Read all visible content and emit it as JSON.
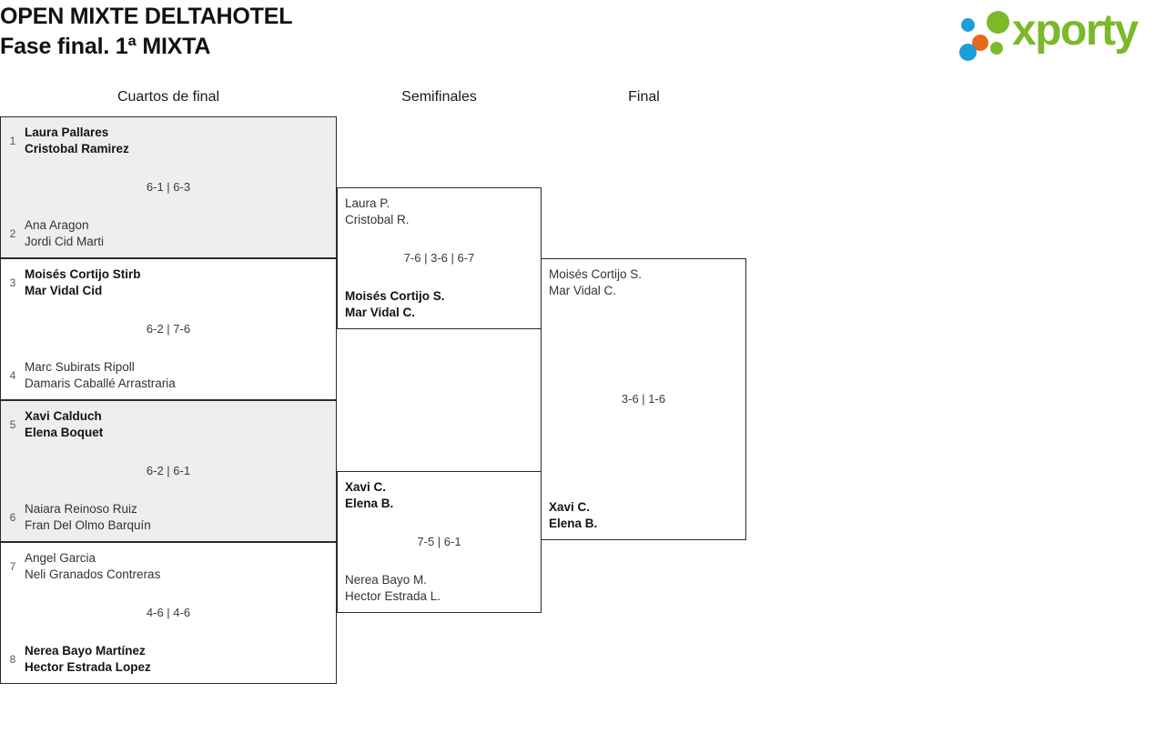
{
  "header": {
    "title_line1": "OPEN MIXTE DELTAHOTEL",
    "title_line2": "Fase final. 1ª MIXTA",
    "logo_text": "xporty"
  },
  "rounds": {
    "quarterfinals_label": "Cuartos de final",
    "semifinals_label": "Semifinales",
    "final_label": "Final"
  },
  "bracket": {
    "quarterfinals": [
      {
        "score": "6-1 | 6-3",
        "top": {
          "seed": "1",
          "player1": "Laura Pallares",
          "player2": "Cristobal Ramirez",
          "winner": true
        },
        "bottom": {
          "seed": "2",
          "player1": "Ana Aragon",
          "player2": "Jordi Cid Marti",
          "winner": false
        }
      },
      {
        "score": "6-2 | 7-6",
        "top": {
          "seed": "3",
          "player1": "Moisés Cortijo Stirb",
          "player2": "Mar Vidal Cid",
          "winner": true
        },
        "bottom": {
          "seed": "4",
          "player1": "Marc Subirats Ripoll",
          "player2": "Damaris Caballé Arrastraria",
          "winner": false
        }
      },
      {
        "score": "6-2 | 6-1",
        "top": {
          "seed": "5",
          "player1": "Xavi Calduch",
          "player2": "Elena Boquet",
          "winner": true
        },
        "bottom": {
          "seed": "6",
          "player1": "Naiara Reinoso Ruiz",
          "player2": "Fran Del Olmo Barquín",
          "winner": false
        }
      },
      {
        "score": "4-6 | 4-6",
        "top": {
          "seed": "7",
          "player1": "Angel Garcia",
          "player2": "Neli Granados Contreras",
          "winner": false
        },
        "bottom": {
          "seed": "8",
          "player1": "Nerea Bayo Martínez",
          "player2": "Hector Estrada Lopez",
          "winner": true
        }
      }
    ],
    "semifinals": [
      {
        "score": "7-6 | 3-6 | 6-7",
        "top": {
          "player1": "Laura P.",
          "player2": "Cristobal R.",
          "winner": false
        },
        "bottom": {
          "player1": "Moisés Cortijo S.",
          "player2": "Mar Vidal C.",
          "winner": true
        }
      },
      {
        "score": "7-5 | 6-1",
        "top": {
          "player1": "Xavi C.",
          "player2": "Elena B.",
          "winner": true
        },
        "bottom": {
          "player1": "Nerea Bayo M.",
          "player2": "Hector Estrada L.",
          "winner": false
        }
      }
    ],
    "final": {
      "score": "3-6 | 1-6",
      "top": {
        "player1": "Moisés Cortijo S.",
        "player2": "Mar Vidal C.",
        "winner": false
      },
      "bottom": {
        "player1": "Xavi C.",
        "player2": "Elena B.",
        "winner": true
      }
    }
  },
  "colors": {
    "logo_green": "#7ab929",
    "logo_blue": "#1a9fd9",
    "logo_orange": "#e8691c",
    "shaded_row": "#eeeeee",
    "border": "#2b2b2b"
  }
}
